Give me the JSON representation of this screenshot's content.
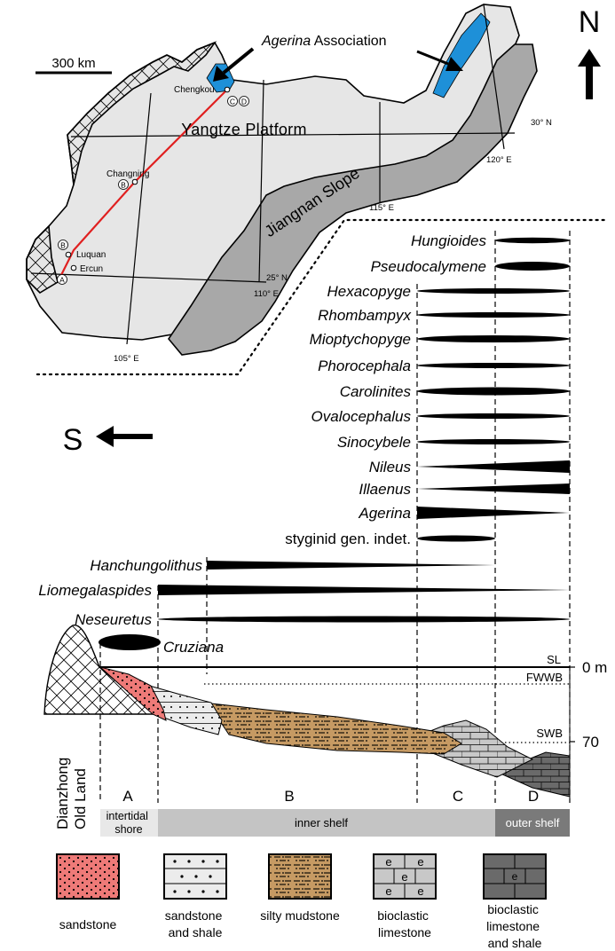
{
  "map": {
    "scale_label": "300 km",
    "north_label": "N",
    "association_label_italic": "Agerina",
    "association_label_rest": " Association",
    "platform_label": "Yangtze Platform",
    "slope_label": "Jiangnan Slope",
    "localities": {
      "chengkou": "Chengkou",
      "changning": "Changning",
      "luquan": "Luquan",
      "ercun": "Ercun"
    },
    "section_markers": {
      "a": "A",
      "b": "B",
      "c": "C",
      "d": "D"
    },
    "graticule": {
      "lat30": "30° N",
      "lat25": "25° N",
      "lon105": "105° E",
      "lon110": "110° E",
      "lon115": "115° E",
      "lon120": "120° E"
    }
  },
  "direction_label": "S",
  "taxa": [
    "Hungioides",
    "Pseudocalymene",
    "Hexacopyge",
    "Rhombampyx",
    "Mioptychopyge",
    "Phorocephala",
    "Carolinites",
    "Ovalocephalus",
    "Sinocybele",
    "Nileus",
    "Illaenus",
    "Agerina",
    "styginid gen. indet.",
    "Hanchungolithus",
    "Liomegalaspides",
    "Neseuretus",
    "Cruziana"
  ],
  "profile": {
    "sea_levels": {
      "sl": "SL",
      "fwwb": "FWWB",
      "swb": "SWB"
    },
    "depths": {
      "zero": "0 m",
      "seventy": "70"
    },
    "land_label_line1": "Dianzhong",
    "land_label_line2": "Old Land",
    "zones": {
      "a": {
        "letter": "A",
        "name_line1": "intertidal",
        "name_line2": "shore"
      },
      "b": {
        "letter": "B",
        "name": "inner shelf"
      },
      "c": {
        "letter": "C"
      },
      "d": {
        "letter": "D",
        "name": "outer shelf"
      }
    }
  },
  "legend": {
    "sandstone": [
      "sandstone"
    ],
    "sandstone_shale": [
      "sandstone",
      "and shale"
    ],
    "silty_mudstone": [
      "silty mudstone"
    ],
    "bioclastic_limestone": [
      "bioclastic",
      "limestone"
    ],
    "bioclastic_limestone_shale": [
      "bioclastic",
      "limestone",
      "and shale"
    ]
  },
  "colors": {
    "sandstone": "#ee7a78",
    "silty_mudstone": "#c69a63",
    "platform": "#e6e6e6",
    "slope": "#a8a8a8",
    "association": "#1e90d8",
    "route": "#e02020"
  }
}
